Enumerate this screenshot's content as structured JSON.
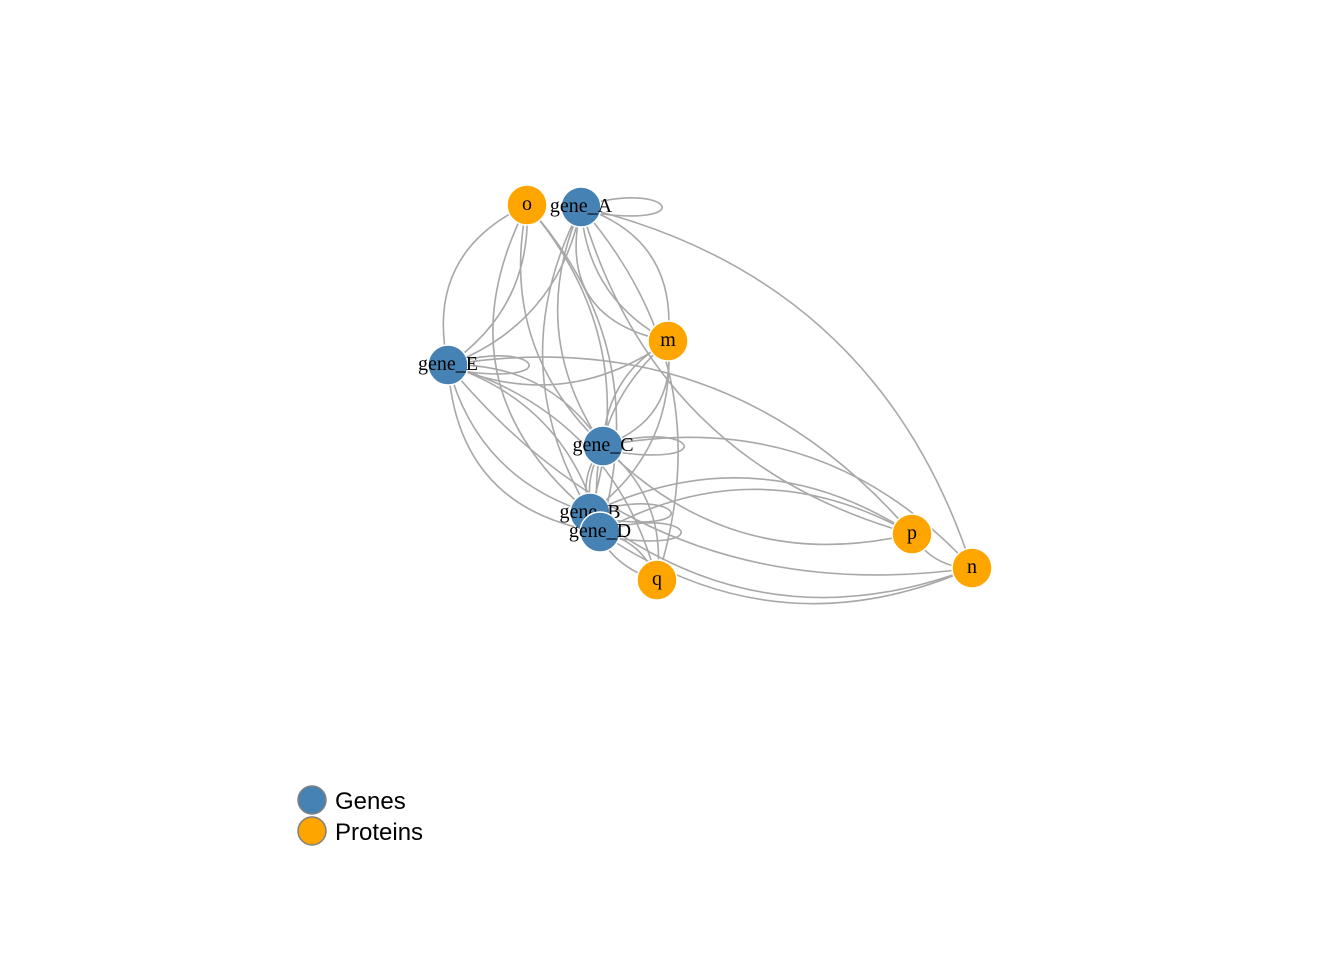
{
  "network": {
    "nodes": [
      {
        "id": "gene_A",
        "label": "gene_A",
        "group": "gene"
      },
      {
        "id": "gene_B",
        "label": "gene_B",
        "group": "gene"
      },
      {
        "id": "gene_C",
        "label": "gene_C",
        "group": "gene"
      },
      {
        "id": "gene_D",
        "label": "gene_D",
        "group": "gene"
      },
      {
        "id": "gene_E",
        "label": "gene_E",
        "group": "gene"
      },
      {
        "id": "m",
        "label": "m",
        "group": "protein"
      },
      {
        "id": "n",
        "label": "n",
        "group": "protein"
      },
      {
        "id": "o",
        "label": "o",
        "group": "protein"
      },
      {
        "id": "p",
        "label": "p",
        "group": "protein"
      },
      {
        "id": "q",
        "label": "q",
        "group": "protein"
      }
    ],
    "edges": [
      [
        "gene_A",
        "gene_A"
      ],
      [
        "gene_A",
        "m"
      ],
      [
        "gene_A",
        "m"
      ],
      [
        "gene_A",
        "m"
      ],
      [
        "gene_A",
        "gene_E"
      ],
      [
        "gene_A",
        "p"
      ],
      [
        "gene_A",
        "n"
      ],
      [
        "gene_A",
        "gene_C"
      ],
      [
        "gene_A",
        "q"
      ],
      [
        "gene_A",
        "gene_B"
      ],
      [
        "o",
        "gene_E"
      ],
      [
        "o",
        "gene_E"
      ],
      [
        "o",
        "gene_B"
      ],
      [
        "o",
        "gene_C"
      ],
      [
        "o",
        "gene_D"
      ],
      [
        "o",
        "gene_B"
      ],
      [
        "gene_E",
        "gene_E"
      ],
      [
        "gene_E",
        "m"
      ],
      [
        "gene_E",
        "p"
      ],
      [
        "gene_E",
        "n"
      ],
      [
        "gene_E",
        "gene_C"
      ],
      [
        "gene_E",
        "gene_B"
      ],
      [
        "gene_E",
        "gene_D"
      ],
      [
        "gene_E",
        "gene_D"
      ],
      [
        "gene_E",
        "q"
      ],
      [
        "m",
        "gene_C"
      ],
      [
        "m",
        "gene_B"
      ],
      [
        "m",
        "gene_D"
      ],
      [
        "m",
        "gene_C"
      ],
      [
        "gene_C",
        "p"
      ],
      [
        "gene_C",
        "n"
      ],
      [
        "gene_C",
        "gene_B"
      ],
      [
        "gene_C",
        "q"
      ],
      [
        "gene_C",
        "gene_C"
      ],
      [
        "gene_B",
        "p"
      ],
      [
        "gene_B",
        "n"
      ],
      [
        "gene_B",
        "gene_B"
      ],
      [
        "gene_D",
        "gene_D"
      ],
      [
        "gene_D",
        "p"
      ],
      [
        "gene_D",
        "n"
      ],
      [
        "gene_D",
        "q"
      ],
      [
        "gene_B",
        "q"
      ],
      [
        "gene_D",
        "gene_C"
      ],
      [
        "p",
        "n"
      ]
    ]
  },
  "legend": {
    "items": [
      {
        "label": "Genes",
        "group": "gene"
      },
      {
        "label": "Proteins",
        "group": "protein"
      }
    ]
  },
  "colors": {
    "gene": "#4682b4",
    "protein": "#ffa500",
    "edge": "#a8a8a8",
    "legend_stroke": "#7f7f7f"
  }
}
